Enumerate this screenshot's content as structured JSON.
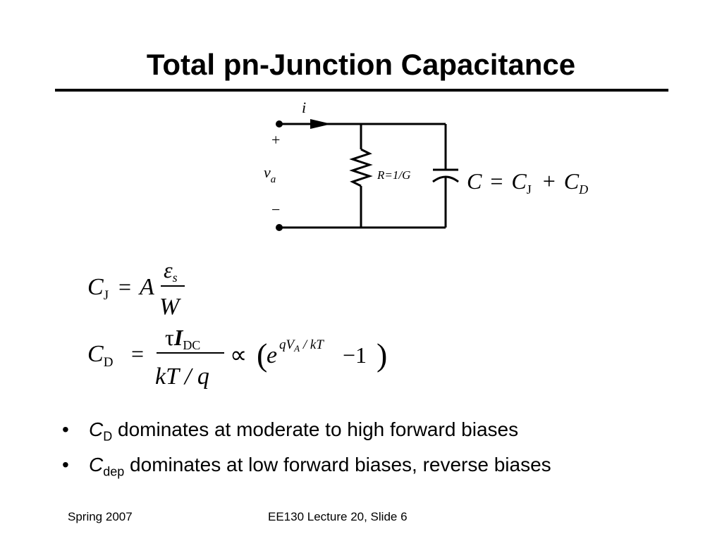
{
  "slide": {
    "title": "Total pn-Junction Capacitance",
    "circuit": {
      "current_label": "i",
      "plus_label": "+",
      "minus_label": "−",
      "voltage_label": "v",
      "voltage_sub": "a",
      "resistor_label": "R=1/G",
      "total_eq": {
        "lhs": "C",
        "eq": "=",
        "t1": "C",
        "t1_sub": "J",
        "plus": "+",
        "t2": "C",
        "t2_sub": "D"
      }
    },
    "eq_cj": {
      "lhs": "C",
      "lhs_sub": "J",
      "eq": "=",
      "coef": "A",
      "num": "ε",
      "num_sub": "s",
      "den": "W"
    },
    "eq_cd": {
      "lhs": "C",
      "lhs_sub": "D",
      "eq": "=",
      "num_tau": "τ",
      "num_i": "I",
      "num_sub": "DC",
      "den": "kT / q",
      "prop": "∝",
      "lparen": "(",
      "e": "e",
      "exp_q": "qV",
      "exp_sub": "A",
      "exp_rest": " / kT",
      "minus_one": "−1",
      "rparen": ")"
    },
    "bullets": [
      {
        "sym": "C",
        "sub": "D",
        "text": " dominates at moderate to high forward biases"
      },
      {
        "sym": "C",
        "sub": "dep",
        "text": " dominates at low forward biases, reverse biases"
      }
    ],
    "bullet_glyph": "•",
    "footer": {
      "left": "Spring 2007",
      "center": "EE130 Lecture 20, Slide 6"
    }
  }
}
